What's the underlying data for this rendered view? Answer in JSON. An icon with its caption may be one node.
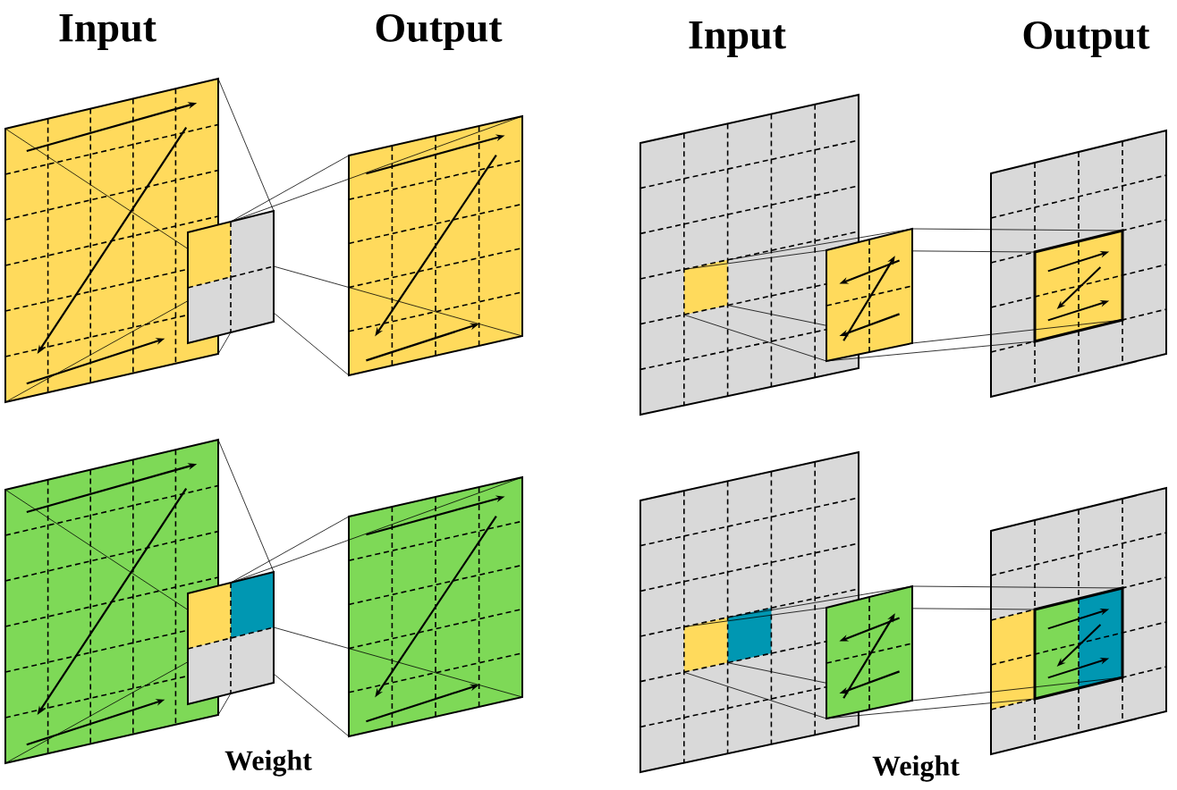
{
  "diagram": {
    "labels": [
      "Input",
      "Output",
      "Input",
      "Output",
      "Weight",
      "Weight"
    ]
  }
}
